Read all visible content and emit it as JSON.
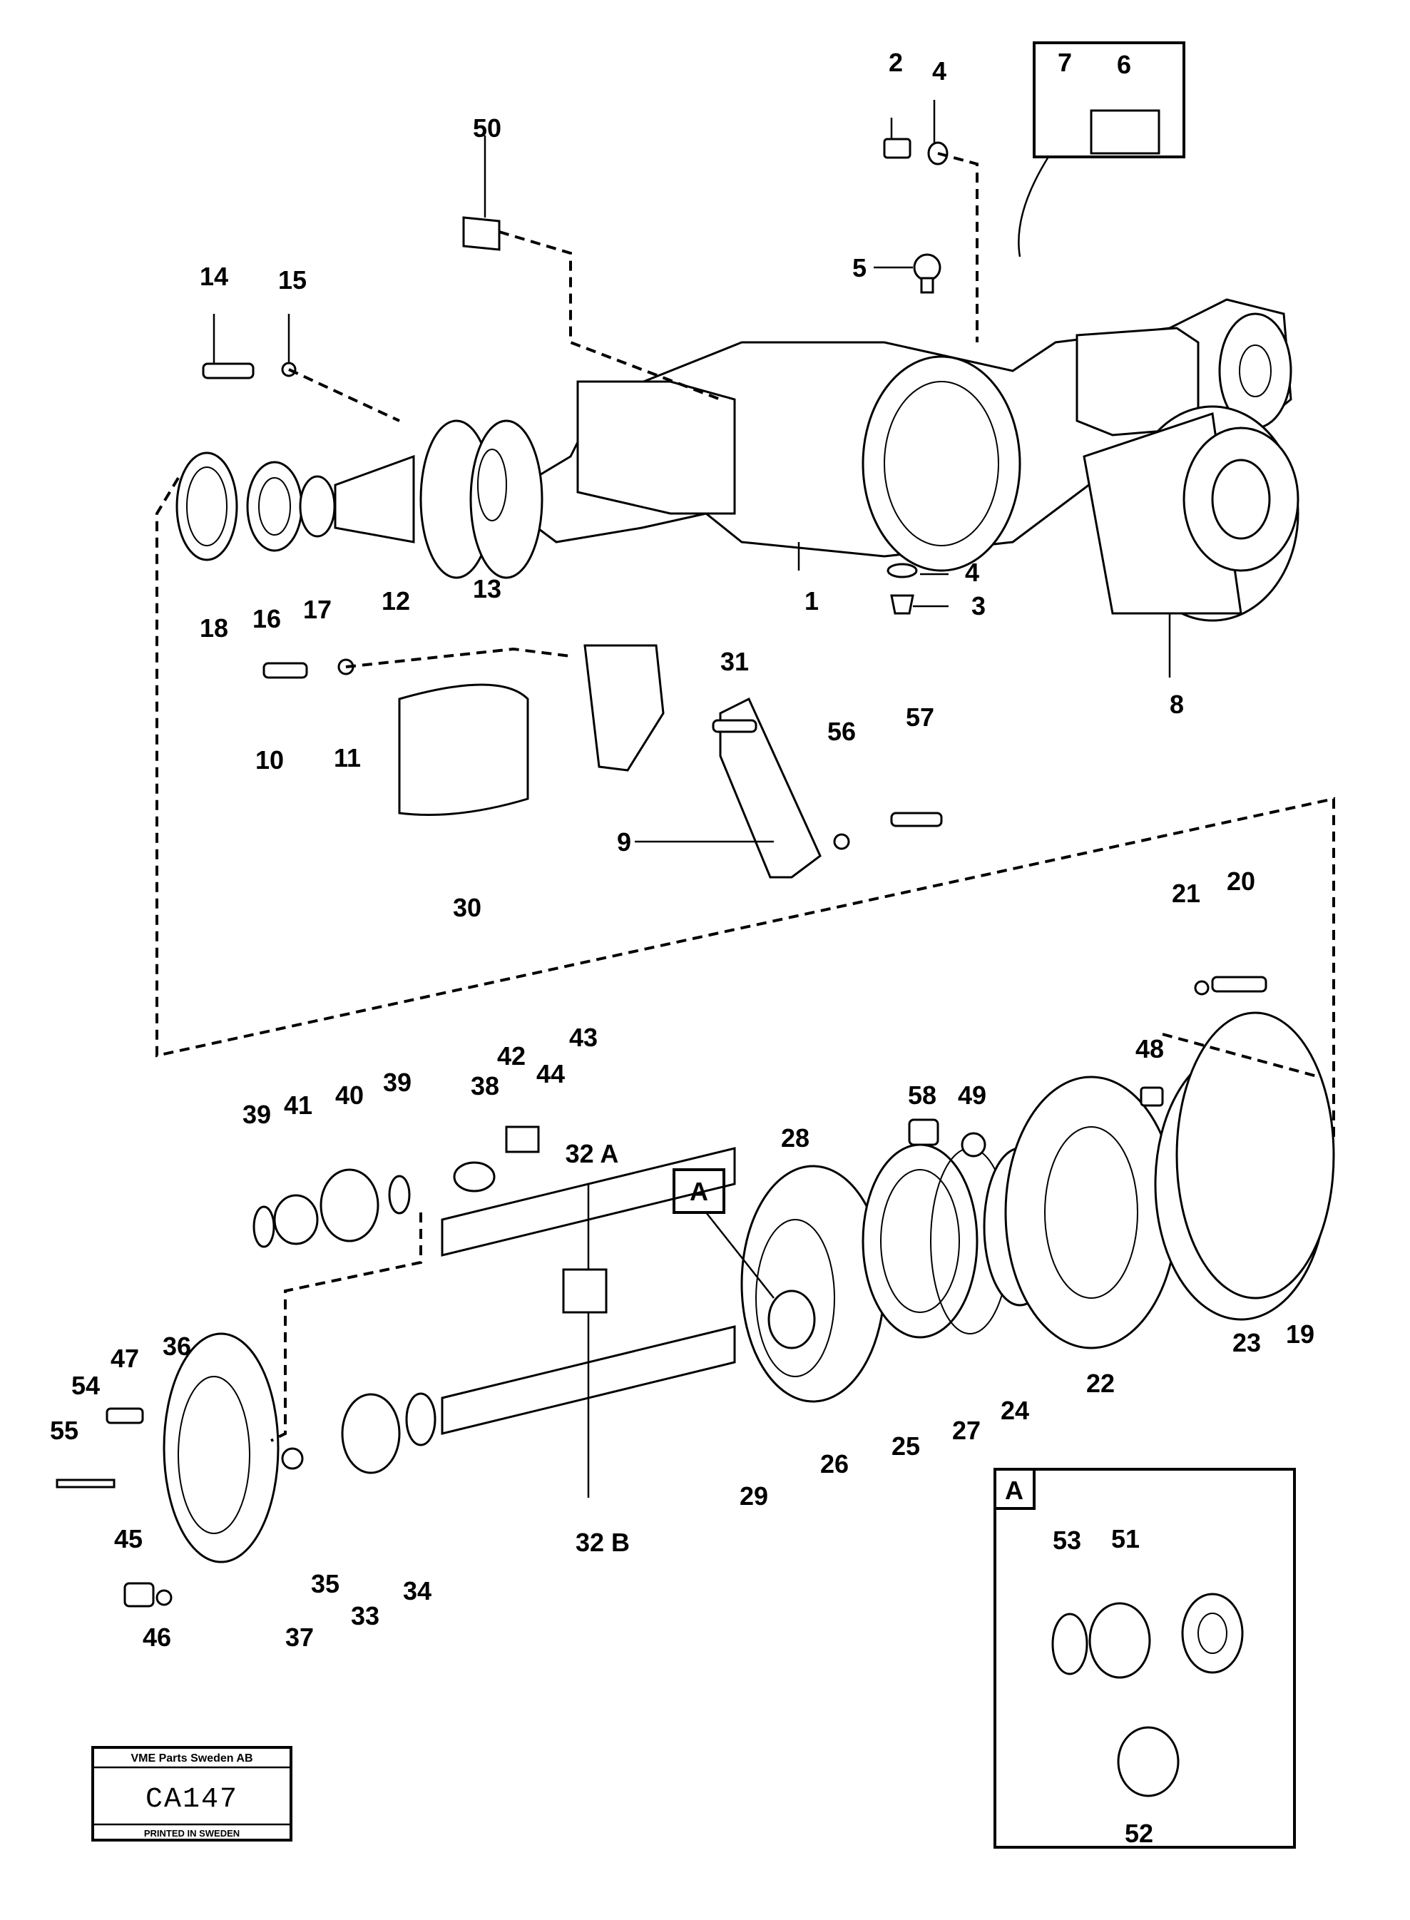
{
  "callouts": [
    {
      "id": "c1",
      "label": "1"
    },
    {
      "id": "c2",
      "label": "2"
    },
    {
      "id": "c3",
      "label": "3"
    },
    {
      "id": "c4a",
      "label": "4"
    },
    {
      "id": "c4b",
      "label": "4"
    },
    {
      "id": "c5",
      "label": "5"
    },
    {
      "id": "c6",
      "label": "6"
    },
    {
      "id": "c7",
      "label": "7"
    },
    {
      "id": "c8",
      "label": "8"
    },
    {
      "id": "c9",
      "label": "9"
    },
    {
      "id": "c10",
      "label": "10"
    },
    {
      "id": "c11",
      "label": "11"
    },
    {
      "id": "c12",
      "label": "12"
    },
    {
      "id": "c13",
      "label": "13"
    },
    {
      "id": "c14",
      "label": "14"
    },
    {
      "id": "c15",
      "label": "15"
    },
    {
      "id": "c16",
      "label": "16"
    },
    {
      "id": "c17",
      "label": "17"
    },
    {
      "id": "c18",
      "label": "18"
    },
    {
      "id": "c19",
      "label": "19"
    },
    {
      "id": "c20",
      "label": "20"
    },
    {
      "id": "c21",
      "label": "21"
    },
    {
      "id": "c22",
      "label": "22"
    },
    {
      "id": "c23",
      "label": "23"
    },
    {
      "id": "c24",
      "label": "24"
    },
    {
      "id": "c25",
      "label": "25"
    },
    {
      "id": "c26",
      "label": "26"
    },
    {
      "id": "c27",
      "label": "27"
    },
    {
      "id": "c28",
      "label": "28"
    },
    {
      "id": "c29",
      "label": "29"
    },
    {
      "id": "c30",
      "label": "30"
    },
    {
      "id": "c31",
      "label": "31"
    },
    {
      "id": "c32a",
      "label": "32 A"
    },
    {
      "id": "c32b",
      "label": "32 B"
    },
    {
      "id": "c33",
      "label": "33"
    },
    {
      "id": "c34",
      "label": "34"
    },
    {
      "id": "c35",
      "label": "35"
    },
    {
      "id": "c36",
      "label": "36"
    },
    {
      "id": "c37",
      "label": "37"
    },
    {
      "id": "c38",
      "label": "38"
    },
    {
      "id": "c39a",
      "label": "39"
    },
    {
      "id": "c39b",
      "label": "39"
    },
    {
      "id": "c40",
      "label": "40"
    },
    {
      "id": "c41",
      "label": "41"
    },
    {
      "id": "c42",
      "label": "42"
    },
    {
      "id": "c43",
      "label": "43"
    },
    {
      "id": "c44",
      "label": "44"
    },
    {
      "id": "c45",
      "label": "45"
    },
    {
      "id": "c46",
      "label": "46"
    },
    {
      "id": "c47",
      "label": "47"
    },
    {
      "id": "c48",
      "label": "48"
    },
    {
      "id": "c49",
      "label": "49"
    },
    {
      "id": "c50",
      "label": "50"
    },
    {
      "id": "c51",
      "label": "51"
    },
    {
      "id": "c52",
      "label": "52"
    },
    {
      "id": "c53",
      "label": "53"
    },
    {
      "id": "c54",
      "label": "54"
    },
    {
      "id": "c55",
      "label": "55"
    },
    {
      "id": "c56",
      "label": "56"
    },
    {
      "id": "c57",
      "label": "57"
    },
    {
      "id": "c58",
      "label": "58"
    }
  ],
  "detail_marker": "A",
  "detail_box_label": "A",
  "stamp": {
    "company": "VME Parts Sweden AB",
    "code": "CA147",
    "printed": "PRINTED IN SWEDEN"
  }
}
